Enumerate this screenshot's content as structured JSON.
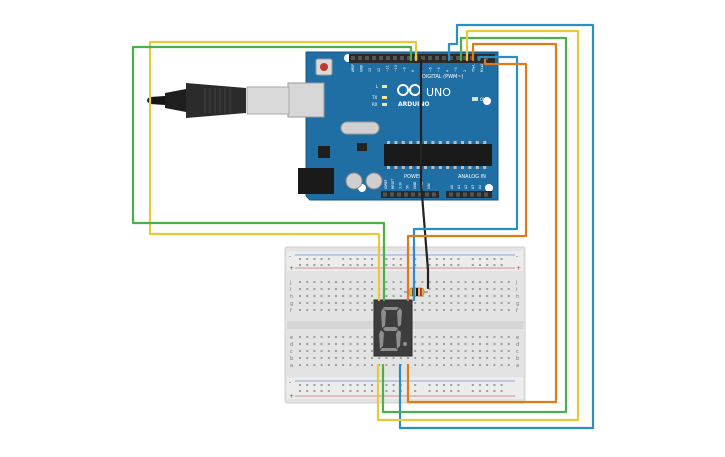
{
  "board": {
    "logo_brand": "ARDUINO",
    "logo_model": "UNO",
    "digital_header_label": "DIGITAL (PWM~)",
    "analog_header_label": "ANALOG IN",
    "power_header_label": "POWER",
    "on_led_label": "ON",
    "tx_label": "TX",
    "rx_label": "RX",
    "l_label": "L",
    "digital_pins": [
      "AREF",
      "GND",
      "13",
      "12",
      "~11",
      "~10",
      "~9",
      "8",
      "7",
      "~6",
      "~5",
      "4",
      "~3",
      "2",
      "TX▸1",
      "RX◂0"
    ],
    "power_pins": [
      "IOREF",
      "RESET",
      "3.3V",
      "5V",
      "GND",
      "GND",
      "VIN"
    ],
    "analog_pins": [
      "A0",
      "A1",
      "A2",
      "A3",
      "A4",
      "A5"
    ]
  },
  "breadboard": {
    "row_letters_top": [
      "j",
      "i",
      "h",
      "g",
      "f"
    ],
    "row_letters_bottom": [
      "e",
      "d",
      "c",
      "b",
      "a"
    ],
    "rail_minus": "-",
    "rail_plus": "+",
    "columns": 30
  },
  "display": {
    "digit_shown": "8"
  },
  "colors": {
    "board_blue": "#1f6fa5",
    "wire_yellow": "#e8c93a",
    "wire_green": "#4cae4c",
    "wire_orange": "#e07b1a",
    "wire_blue": "#2b8fc7",
    "wire_black": "#222222"
  }
}
